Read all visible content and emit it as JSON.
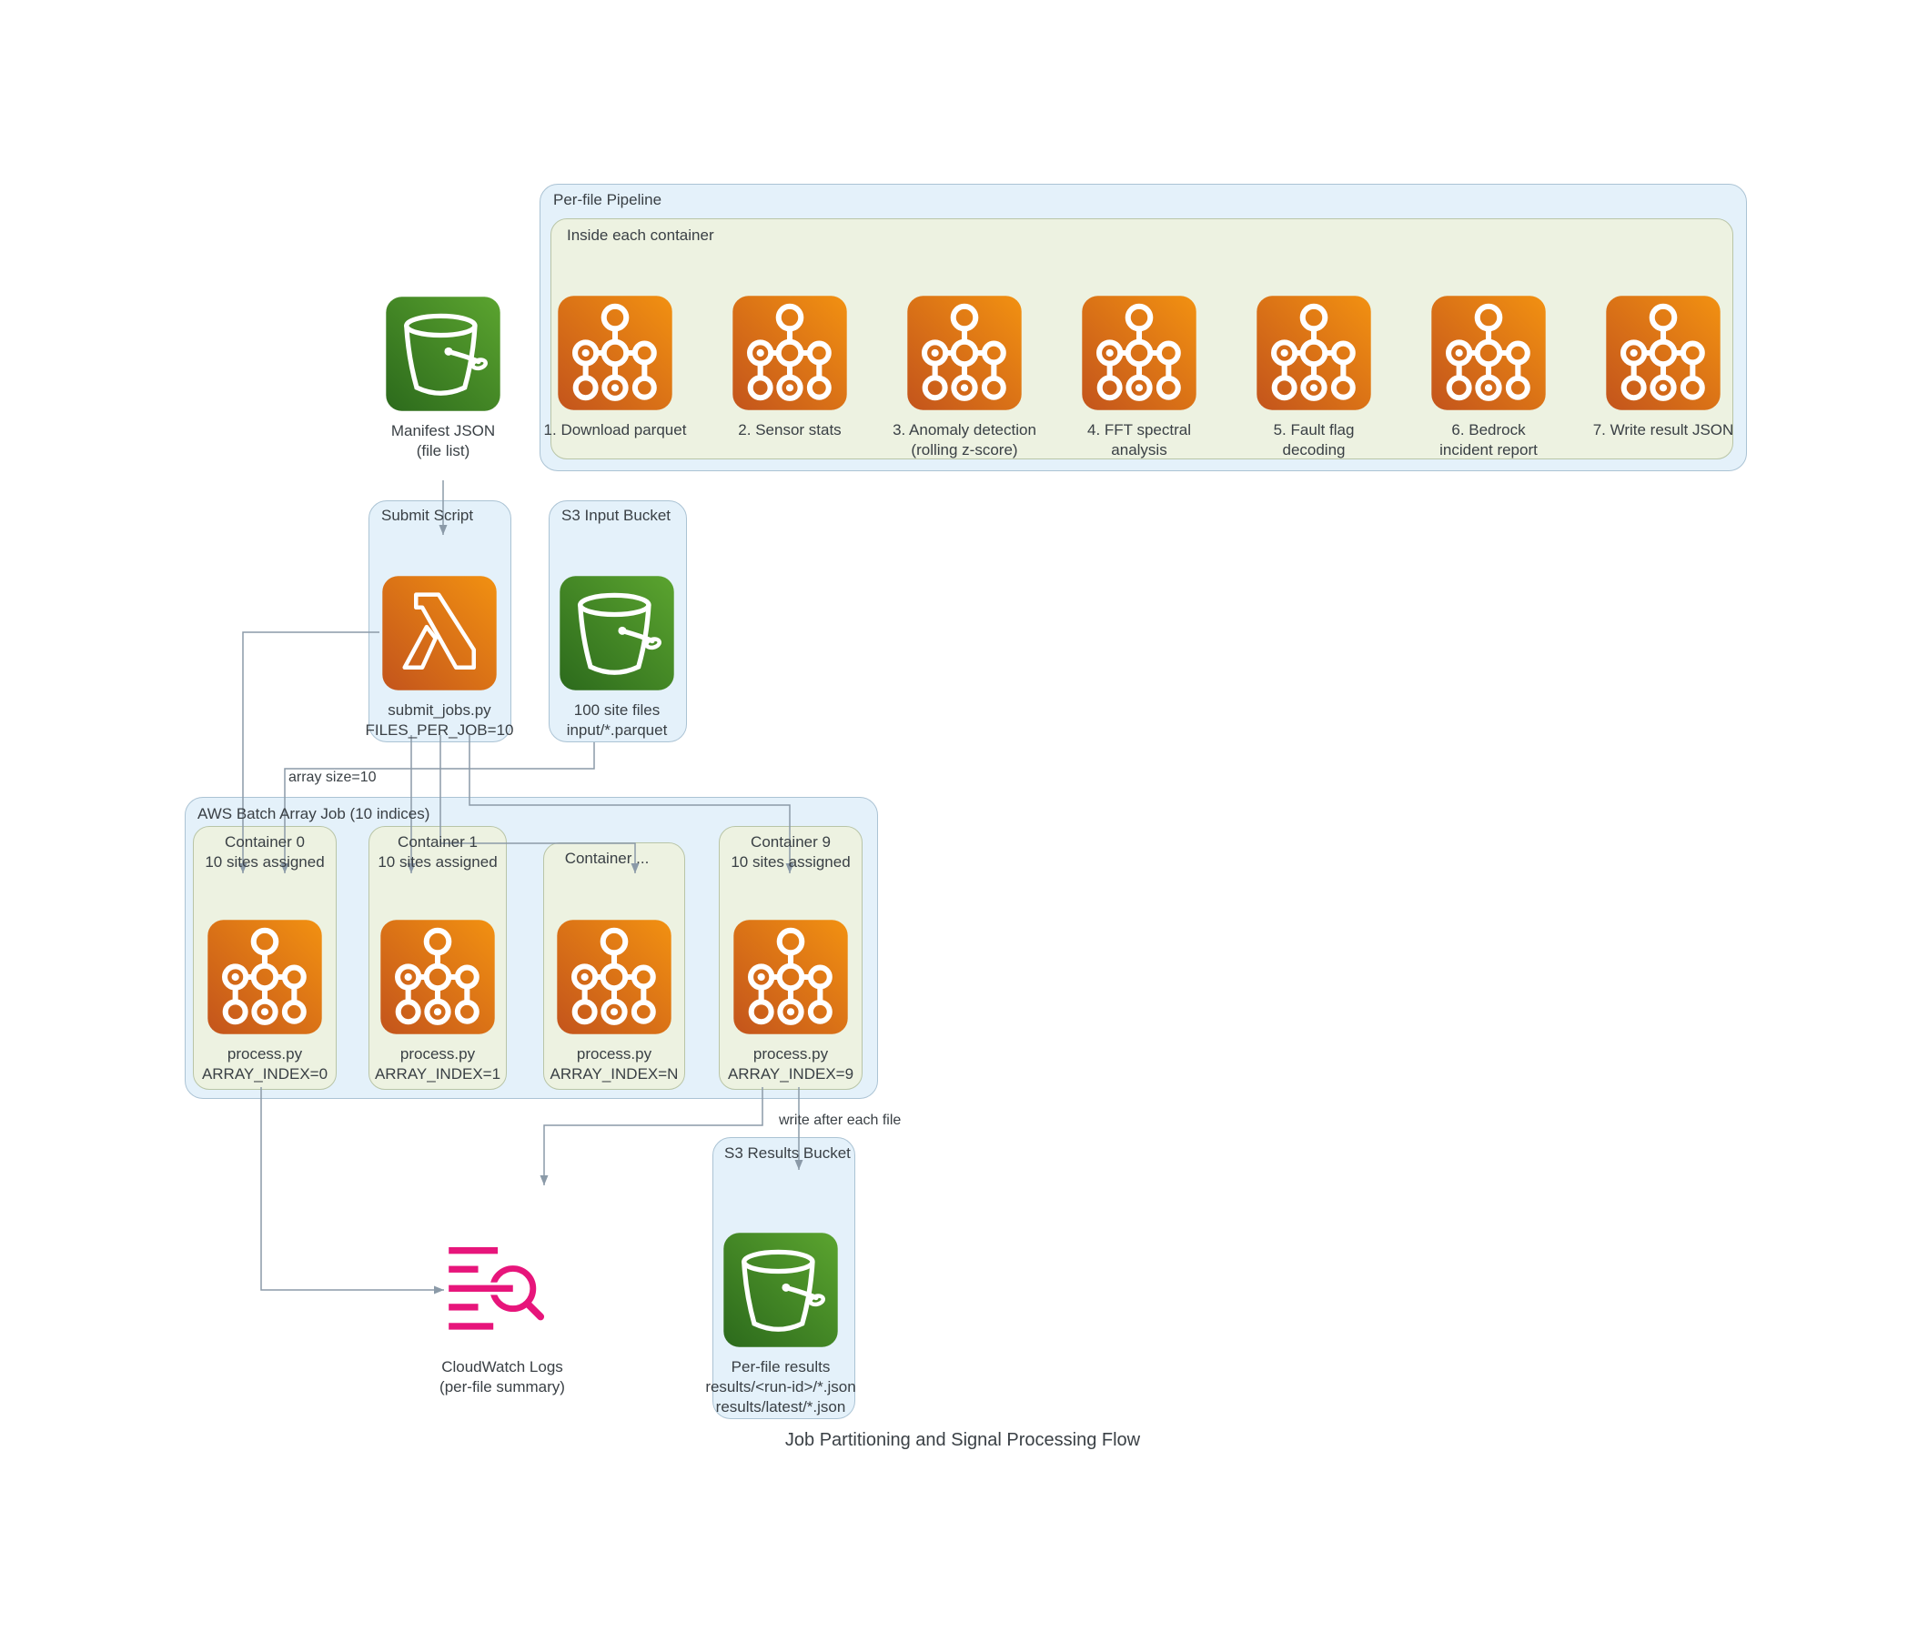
{
  "title": "Job Partitioning and Signal Processing Flow",
  "colors": {
    "orange_dark": "#c3541c",
    "orange_light": "#f29111",
    "green_dark": "#2c6a1c",
    "green_light": "#5ba42f",
    "pink": "#e7157b",
    "blue_fill": "#e4f1fa",
    "blue_border": "#abc3d4",
    "green_fill": "#edf2e1",
    "green_border": "#b9c5a7",
    "line": "#8b9aa8",
    "text": "#3a4045"
  },
  "pipeline": {
    "box_label": "Per-file Pipeline",
    "inner_box_label": "Inside each container",
    "steps": [
      {
        "icon": "task-tree-icon",
        "label": "1. Download parquet"
      },
      {
        "icon": "task-tree-icon",
        "label": "2. Sensor stats"
      },
      {
        "icon": "task-tree-icon",
        "label": "3. Anomaly detection\n(rolling z-score)"
      },
      {
        "icon": "task-tree-icon",
        "label": "4. FFT spectral\nanalysis"
      },
      {
        "icon": "task-tree-icon",
        "label": "5. Fault flag\ndecoding"
      },
      {
        "icon": "task-tree-icon",
        "label": "6. Bedrock\nincident report"
      },
      {
        "icon": "task-tree-icon",
        "label": "7. Write result JSON"
      }
    ]
  },
  "manifest": {
    "icon": "s3-bucket-icon",
    "label": "Manifest JSON\n(file list)"
  },
  "submit": {
    "box_label": "Submit Script",
    "icon": "lambda-icon",
    "label": "submit_jobs.py\nFILES_PER_JOB=10"
  },
  "input_bucket": {
    "box_label": "S3 Input Bucket",
    "icon": "s3-bucket-icon",
    "label": "100 site files\ninput/*.parquet"
  },
  "batch": {
    "box_label": "AWS Batch Array Job (10 indices)",
    "containers": [
      {
        "title": "Container 0\n10 sites assigned",
        "icon": "task-tree-icon",
        "label": "process.py\nARRAY_INDEX=0"
      },
      {
        "title": "Container 1\n10 sites assigned",
        "icon": "task-tree-icon",
        "label": "process.py\nARRAY_INDEX=1"
      },
      {
        "title": "Container ...",
        "icon": "task-tree-icon",
        "label": "process.py\nARRAY_INDEX=N"
      },
      {
        "title": "Container 9\n10 sites assigned",
        "icon": "task-tree-icon",
        "label": "process.py\nARRAY_INDEX=9"
      }
    ]
  },
  "cloudwatch": {
    "icon": "cloudwatch-logs-icon",
    "label": "CloudWatch Logs\n(per-file summary)"
  },
  "results_bucket": {
    "box_label": "S3 Results Bucket",
    "icon": "s3-bucket-icon",
    "label": "Per-file results\nresults/<run-id>/*.json\nresults/latest/*.json"
  },
  "edge_labels": {
    "array_size": "array size=10",
    "write_after": "write after each file"
  }
}
